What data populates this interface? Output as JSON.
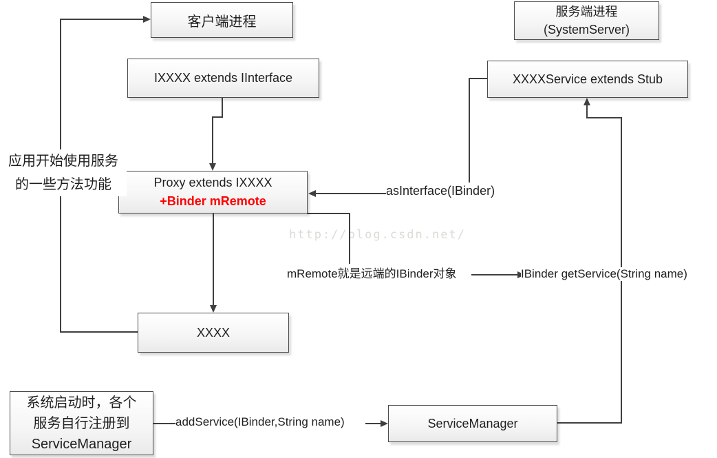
{
  "diagram": {
    "boxes": {
      "client_process": {
        "label": "客户端进程"
      },
      "server_process": {
        "line1": "服务端进程",
        "line2": "(SystemServer)"
      },
      "iface": {
        "label": "IXXXX extends IInterface"
      },
      "stub": {
        "label": "XXXXService extends Stub"
      },
      "proxy": {
        "line1": "Proxy extends IXXXX",
        "line2": "+Binder mRemote"
      },
      "impl": {
        "label": "XXXX"
      },
      "register_note": {
        "line1": "系统启动时，各个",
        "line2": "服务自行注册到",
        "line3": "ServiceManager"
      },
      "service_manager": {
        "label": "ServiceManager"
      }
    },
    "labels": {
      "app_usage_line1": "应用开始使用服务",
      "app_usage_line2": "的一些方法功能",
      "as_interface": "asInterface(IBinder)",
      "mremote_note": "mRemote就是远端的IBinder对象",
      "get_service": "IBinder getService(String name)",
      "add_service": "addService(IBinder,String name)"
    },
    "watermark": "http://blog.csdn.net/",
    "colors": {
      "line": "#3f3f3f",
      "box_border": "#4a4a4a",
      "box_fill_top": "#ffffff",
      "box_fill_bottom": "#eaeaea",
      "text": "#1f1f1f",
      "accent_red": "#ff0000",
      "watermark": "#dcdcd4"
    }
  }
}
